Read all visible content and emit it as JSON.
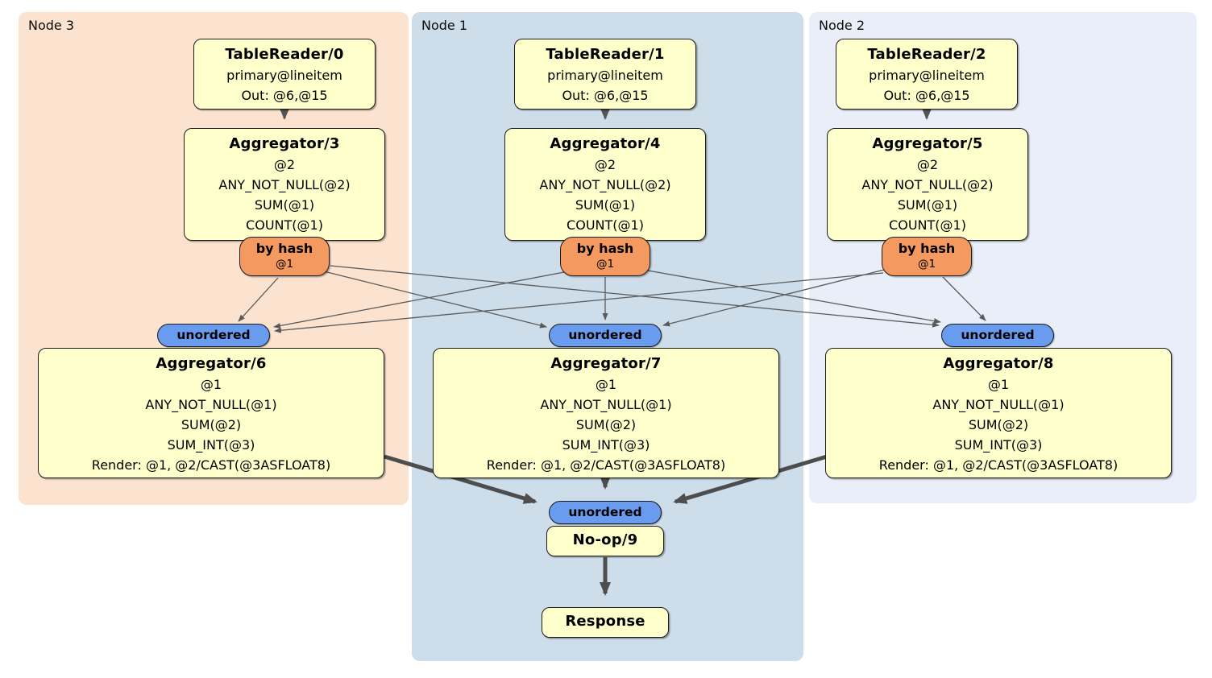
{
  "diagram": {
    "regions": [
      {
        "label": "Node 3",
        "color": "#fce3cf"
      },
      {
        "label": "Node 1",
        "color": "#cddde9"
      },
      {
        "label": "Node 2",
        "color": "#e9eef8"
      }
    ],
    "table_readers": [
      {
        "title": "TableReader/0",
        "index": "primary@lineitem",
        "out": "Out: @6,@15"
      },
      {
        "title": "TableReader/1",
        "index": "primary@lineitem",
        "out": "Out: @6,@15"
      },
      {
        "title": "TableReader/2",
        "index": "primary@lineitem",
        "out": "Out: @6,@15"
      }
    ],
    "stage1_aggregators": [
      {
        "title": "Aggregator/3",
        "lines": [
          "@2",
          "ANY_NOT_NULL(@2)",
          "SUM(@1)",
          "COUNT(@1)"
        ]
      },
      {
        "title": "Aggregator/4",
        "lines": [
          "@2",
          "ANY_NOT_NULL(@2)",
          "SUM(@1)",
          "COUNT(@1)"
        ]
      },
      {
        "title": "Aggregator/5",
        "lines": [
          "@2",
          "ANY_NOT_NULL(@2)",
          "SUM(@1)",
          "COUNT(@1)"
        ]
      }
    ],
    "hash_routers": [
      {
        "label": "by hash",
        "detail": "@1"
      },
      {
        "label": "by hash",
        "detail": "@1"
      },
      {
        "label": "by hash",
        "detail": "@1"
      }
    ],
    "stream_label": "unordered",
    "stage2_aggregators": [
      {
        "title": "Aggregator/6",
        "lines": [
          "@1",
          "ANY_NOT_NULL(@1)",
          "SUM(@2)",
          "SUM_INT(@3)",
          "Render: @1, @2/CAST(@3ASFLOAT8)"
        ]
      },
      {
        "title": "Aggregator/7",
        "lines": [
          "@1",
          "ANY_NOT_NULL(@1)",
          "SUM(@2)",
          "SUM_INT(@3)",
          "Render: @1, @2/CAST(@3ASFLOAT8)"
        ]
      },
      {
        "title": "Aggregator/8",
        "lines": [
          "@1",
          "ANY_NOT_NULL(@1)",
          "SUM(@2)",
          "SUM_INT(@3)",
          "Render: @1, @2/CAST(@3ASFLOAT8)"
        ]
      }
    ],
    "noop": {
      "title": "No-op/9"
    },
    "response": {
      "title": "Response"
    },
    "colors": {
      "processor_box": "#ffffcc",
      "hash_router": "#f4995f",
      "stream_pill": "#699bee",
      "thin_edge": "#5a5a5a",
      "thick_edge": "#4d4d4d"
    }
  }
}
